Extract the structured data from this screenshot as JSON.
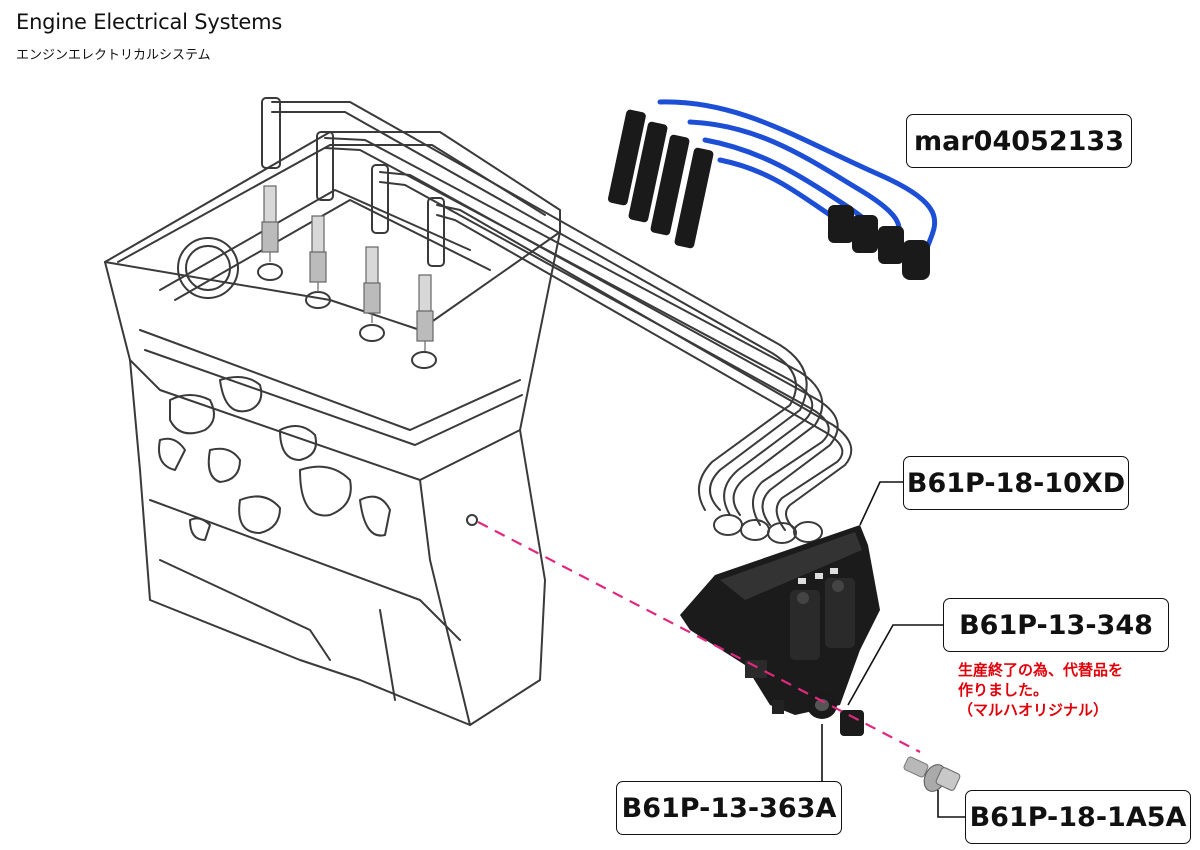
{
  "header": {
    "title": "Engine Electrical Systems",
    "subtitle": "エンジンエレクトリカルシステム"
  },
  "callouts": {
    "wire_set": "mar04052133",
    "ignition_coil": "B61P-18-10XD",
    "bushing": "B61P-13-348",
    "grommet": "B61P-13-363A",
    "bolt": "B61P-18-1A5A"
  },
  "note": {
    "line1": "生産終了の為、代替品を",
    "line2": "作りました。",
    "line3": "（マルハオリジナル）"
  },
  "colors": {
    "wire_blue": "#1c4fd6",
    "guide_dash": "#e0287f",
    "note_red": "#e0000a"
  }
}
